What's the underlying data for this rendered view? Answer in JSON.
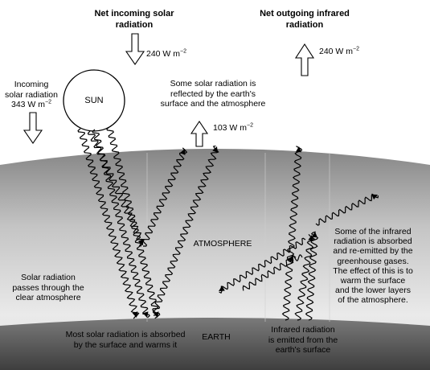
{
  "labels": {
    "net_incoming": [
      "Net incoming solar",
      "radiation"
    ],
    "net_incoming_value": "240 W m",
    "net_outgoing": [
      "Net outgoing infrared",
      "radiation"
    ],
    "net_outgoing_value": "240 W m",
    "incoming": [
      "Incoming",
      "solar radiation",
      "343 W m"
    ],
    "sun": "SUN",
    "reflected": [
      "Some solar radiation is",
      "reflected by the earth's",
      "surface and the atmosphere"
    ],
    "reflected_value": "103 W m",
    "unit_exponent": "−2",
    "atmosphere": "ATMOSPHERE",
    "passes": [
      "Solar radiation",
      "passes through the",
      "clear atmosphere"
    ],
    "greenhouse": [
      "Some of the infrared",
      "radiation is absorbed",
      "and re-emitted by the",
      "greenhouse gases.",
      "The effect of this is to",
      "warm the surface",
      "and the lower layers",
      "of the atmosphere."
    ],
    "earth": "EARTH",
    "absorbed": [
      "Most solar radiation is absorbed",
      "by the surface and warms it"
    ],
    "infrared_emitted": [
      "Infrared radiation",
      "is emitted from the",
      "earth's surface"
    ]
  },
  "icons": [
    "hollow-arrow-down",
    "hollow-arrow-up",
    "wavy-ray",
    "sun-circle"
  ],
  "colors": {
    "atmosphere_top": "#8e8e8e",
    "atmosphere_mid": "#e2e2e2",
    "earth_surface": "#5a5a5a",
    "ink": "#000000"
  }
}
